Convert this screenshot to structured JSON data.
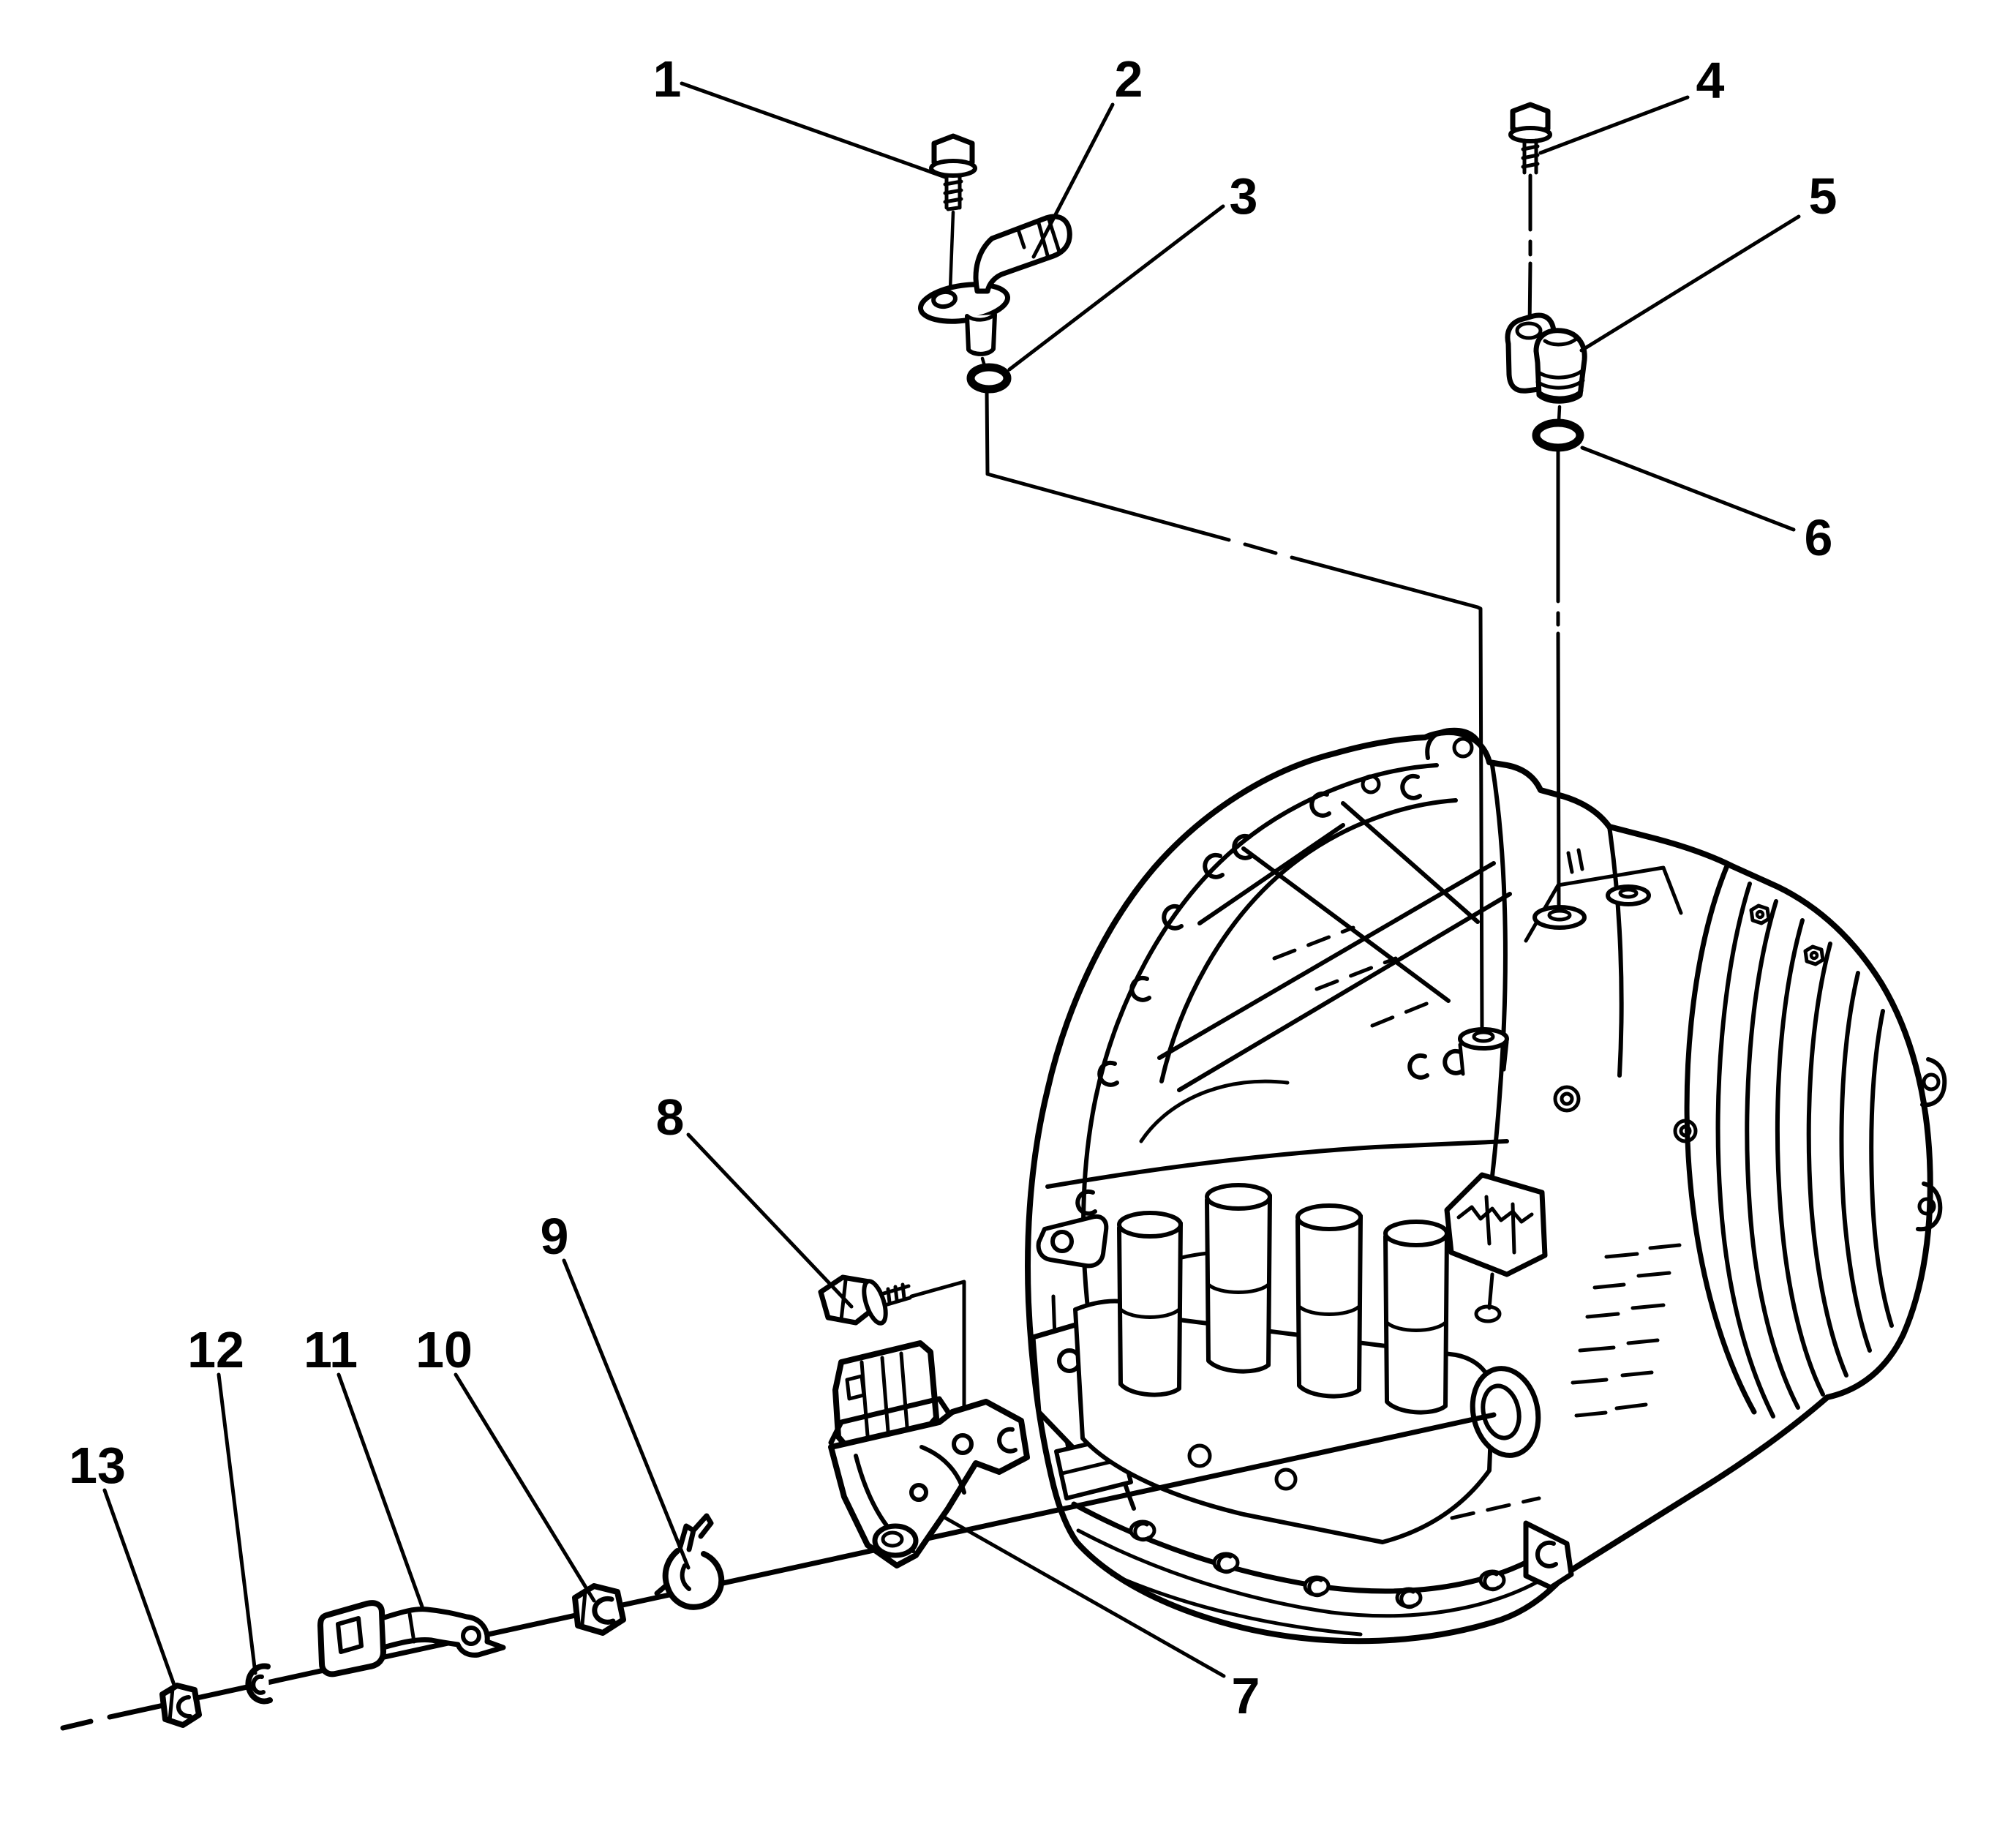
{
  "figure": {
    "background_color": "#ffffff",
    "line_color": "#000000",
    "callouts": [
      {
        "label": "1",
        "shape": "hex-flange-bolt"
      },
      {
        "label": "2",
        "shape": "angled-speed-sensor"
      },
      {
        "label": "3",
        "shape": "o-ring"
      },
      {
        "label": "4",
        "shape": "hex-flange-bolt"
      },
      {
        "label": "5",
        "shape": "barrel-sensor"
      },
      {
        "label": "6",
        "shape": "o-ring"
      },
      {
        "label": "7",
        "shape": "range-switch"
      },
      {
        "label": "8",
        "shape": "hex-flange-bolt"
      },
      {
        "label": "9",
        "shape": "spring-clip"
      },
      {
        "label": "10",
        "shape": "hex-nut"
      },
      {
        "label": "11",
        "shape": "lever-bracket"
      },
      {
        "label": "12",
        "shape": "lock-washer"
      },
      {
        "label": "13",
        "shape": "hex-nut"
      }
    ]
  }
}
